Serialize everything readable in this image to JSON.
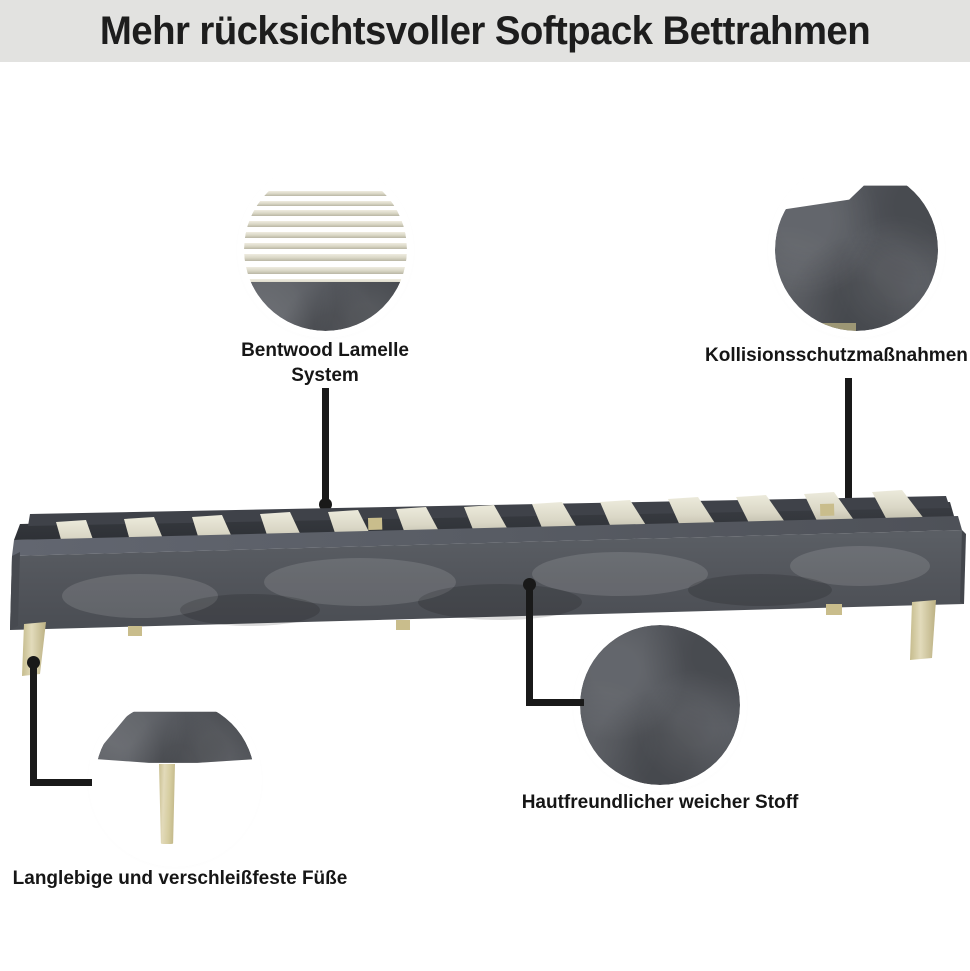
{
  "header": {
    "title": "Mehr rücksichtsvoller Softpack Bettrahmen",
    "band_color": "#e2e2e0"
  },
  "colors": {
    "fabric_dark_gray": "#54575d",
    "wood_beige": "#d8cfa4",
    "slat_cream": "#dcdacd",
    "connector_black": "#191919",
    "page_background": "#ffffff"
  },
  "callouts": [
    {
      "id": "bentwood-slat-system",
      "label": "Bentwood Lamelle\nSystem",
      "bubble": "slat-closeup",
      "position": "top-left"
    },
    {
      "id": "collision-protection",
      "label": "Kollisionsschutzmaßnahmen",
      "bubble": "corner-closeup",
      "position": "top-right"
    },
    {
      "id": "soft-fabric",
      "label": "Hautfreundlicher weicher Stoff",
      "bubble": "fabric-closeup",
      "position": "bottom-center"
    },
    {
      "id": "durable-feet",
      "label": "Langlebige und verschleißfeste Füße",
      "bubble": "leg-closeup",
      "position": "bottom-left"
    }
  ],
  "product": {
    "name": "Softpack Bettrahmen",
    "slat_count": 13,
    "leg_count": 2
  }
}
